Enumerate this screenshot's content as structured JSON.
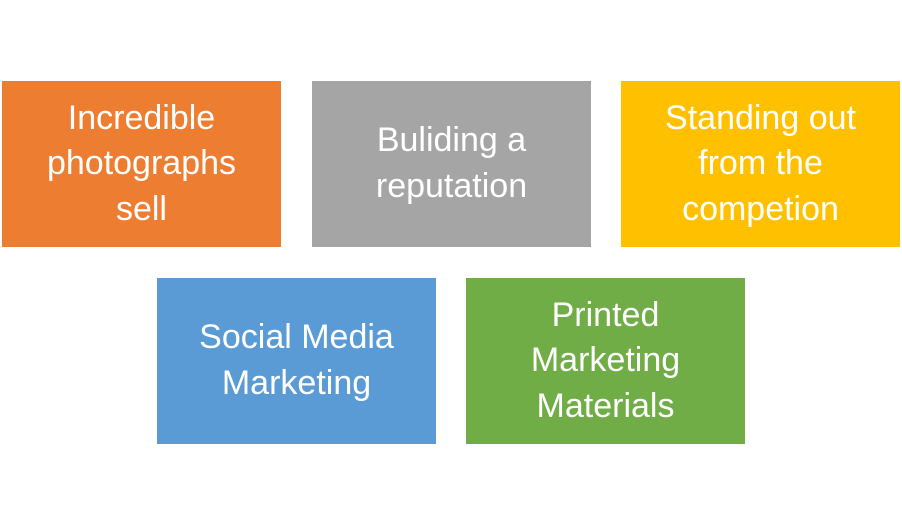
{
  "boxes": [
    {
      "text": "Incredible\nphotographs\nsell",
      "color": "#ED7D31"
    },
    {
      "text": "Buliding a\nreputation",
      "color": "#A5A5A5"
    },
    {
      "text": "Standing out\nfrom the\ncompetion",
      "color": "#FFC000"
    },
    {
      "text": "Social Media\nMarketing",
      "color": "#5B9BD5"
    },
    {
      "text": "Printed\nMarketing\nMaterials",
      "color": "#70AD47"
    }
  ]
}
